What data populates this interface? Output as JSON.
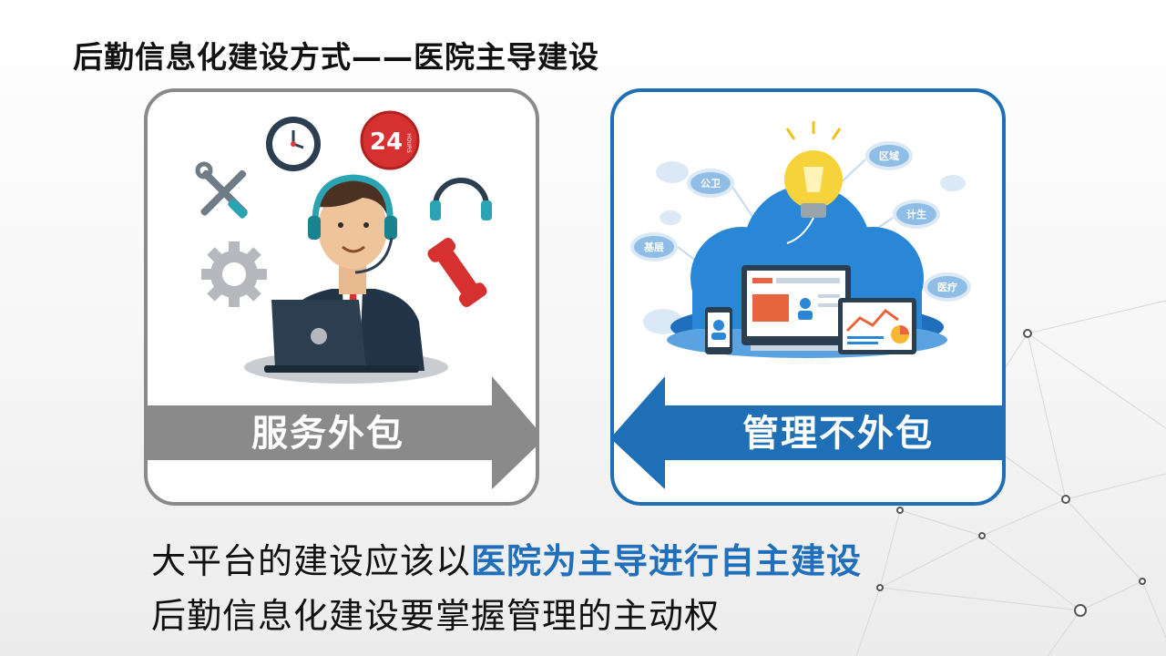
{
  "title": "后勤信息化建设方式——医院主导建设",
  "left_panel": {
    "label": "服务外包",
    "badge_24": "24",
    "badge_hours": "HOURS"
  },
  "right_panel": {
    "label": "管理不外包",
    "cloud_tags": [
      "公卫",
      "区域",
      "计生",
      "基层",
      "医疗"
    ]
  },
  "bottom": {
    "line1_prefix": "大平台的建设应该以",
    "line1_highlight": "医院为主导进行自主建设",
    "line2": "后勤信息化建设要掌握管理的主动权"
  },
  "colors": {
    "left_accent": "#8a8a8a",
    "right_accent": "#1e6fb6",
    "highlight": "#1f6fbd"
  }
}
